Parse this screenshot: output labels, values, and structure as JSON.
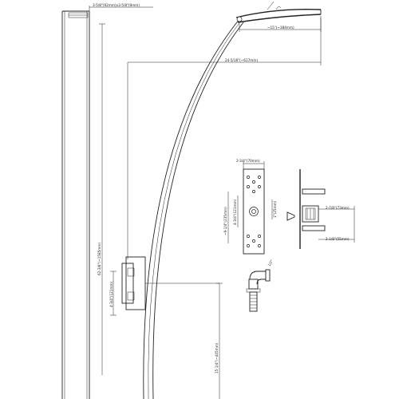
{
  "drawing": {
    "labels": {
      "panel_width": "3-5/8\"(92mm)x3-5/8\"(9mm)",
      "head_length": "~15\"(~384mm)",
      "arm_reach": "24-5/16\"(~617mm)",
      "panel_height": "62-3/8\"(~1585mm)",
      "mixer_offset": "4-3/4\"(121mm)",
      "base_height": "15-1/4\"(~445mm)",
      "valve_width": "2-3/4\"(70mm)",
      "valve_hole_spacing": "1\"(25mm)",
      "valve_height_a": "~9-1/4\"(235mm)",
      "valve_height_b": "4-3/4\"(121mm)",
      "valve_depth_a": "2-7/8\"(73mm)",
      "valve_depth_b": "2-1/8\"(55mm)",
      "elbow_size": "1/2\""
    }
  }
}
